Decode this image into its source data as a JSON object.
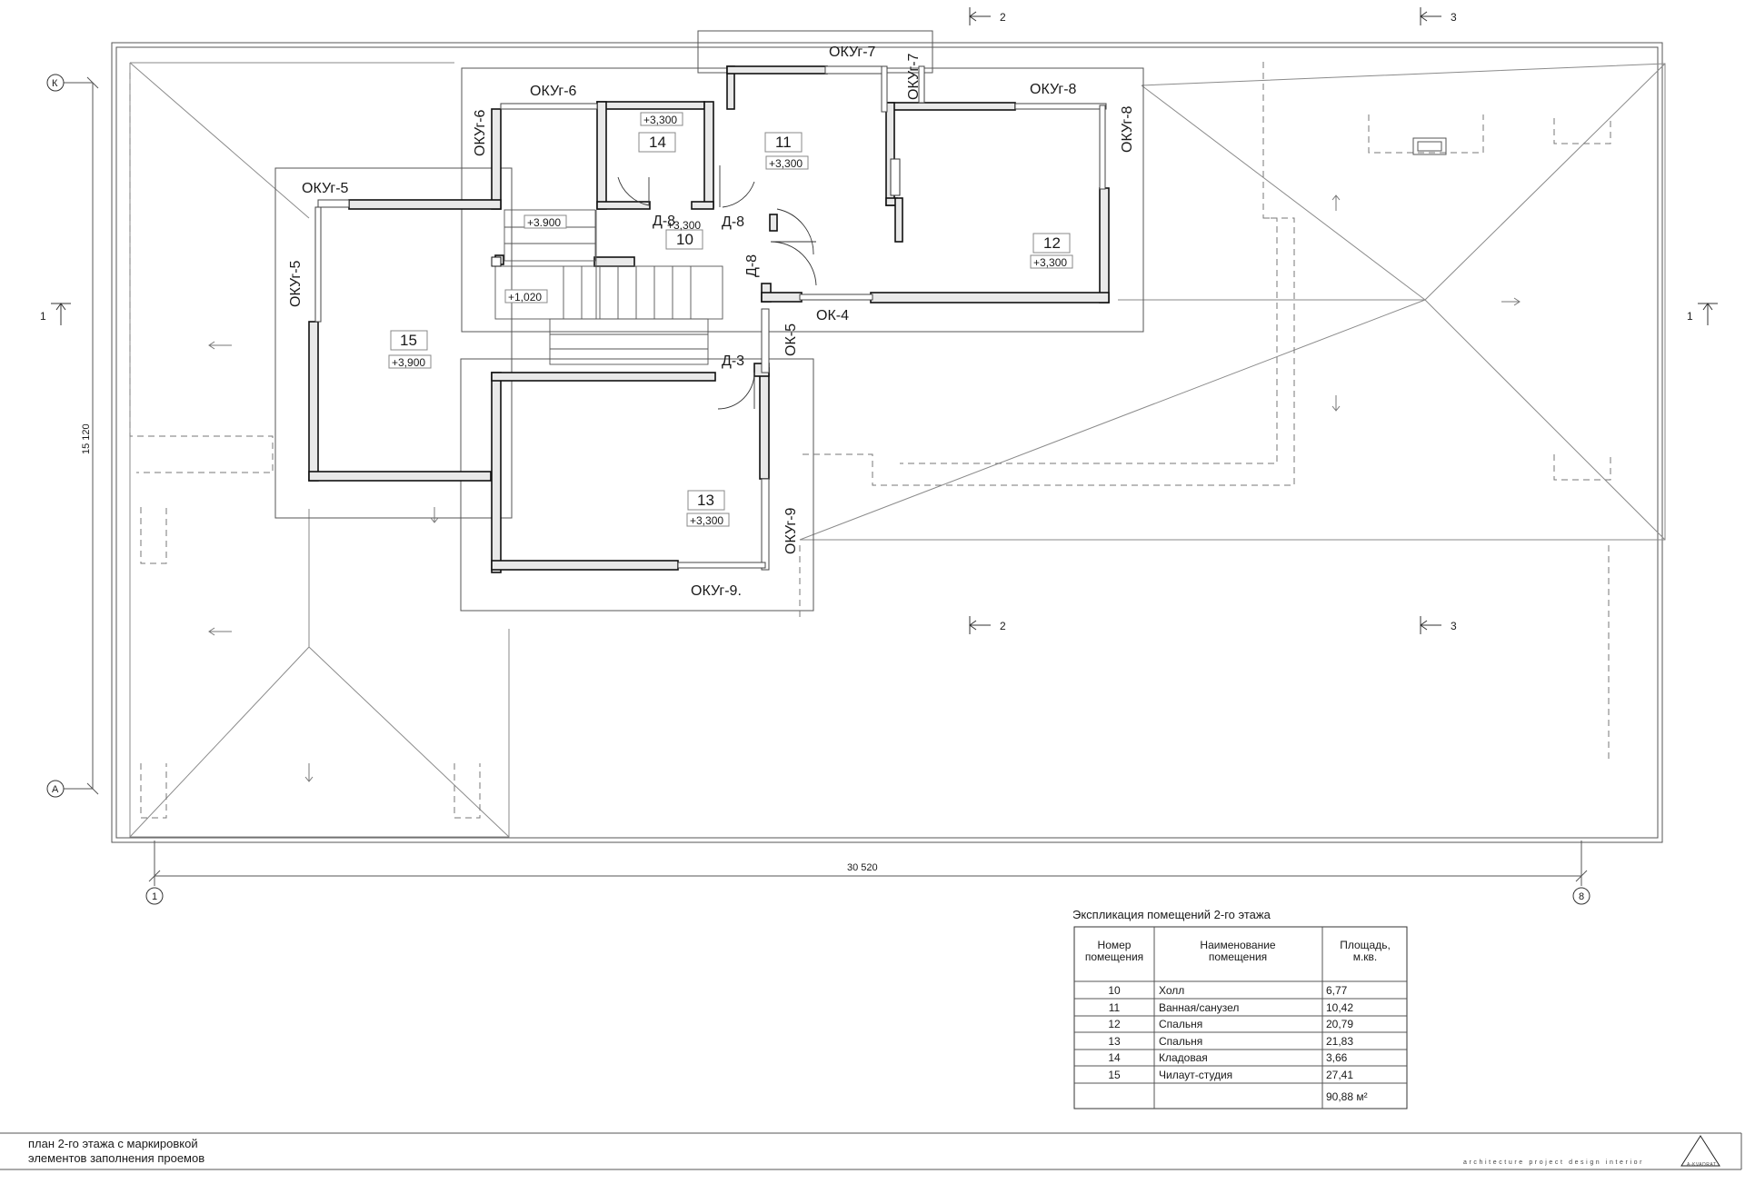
{
  "openings": {
    "okug7": "ОКУг-7",
    "okug7v": "ОКУг-7",
    "okug6": "ОКУг-6",
    "okug6v": "ОКУг-6",
    "okug8": "ОКУг-8",
    "okug8v": "ОКУг-8",
    "okug5": "ОКУг-5",
    "okug5v": "ОКУг-5",
    "d8a": "Д-8",
    "d8b": "Д-8",
    "d8c": "Д-8",
    "ok4": "ОК-4",
    "ok5": "ОК-5",
    "d3": "Д-3",
    "okug9v": "ОКУг-9",
    "okug9": "ОКУг-9."
  },
  "rooms": {
    "r14": {
      "no": "14",
      "elev": "+3,300"
    },
    "r11": {
      "no": "11",
      "elev": "+3,300"
    },
    "r10": {
      "no": "10",
      "elev": "+3,300"
    },
    "r12": {
      "no": "12",
      "elev": "+3,300"
    },
    "r15": {
      "no": "15",
      "elev": "+3,900"
    },
    "r13": {
      "no": "13",
      "elev": "+3,300"
    },
    "terrace_elev": "+3.900",
    "stair_elev": "+1,020"
  },
  "axes": {
    "k": "К",
    "a": "А",
    "one": "1",
    "eight": "8"
  },
  "cuts": {
    "c2": "2",
    "c3": "3",
    "c1": "1"
  },
  "dimensions": {
    "width": "30 520",
    "height": "15 120"
  },
  "table": {
    "title": "Экспликация помещений 2-го этажа",
    "headers": [
      "Номер помещения",
      "Наименование помещения",
      "Площадь, м.кв."
    ],
    "rows": [
      [
        "10",
        "Холл",
        "6,77"
      ],
      [
        "11",
        "Ванная/санузел",
        "10,42"
      ],
      [
        "12",
        "Спальня",
        "20,79"
      ],
      [
        "13",
        "Спальня",
        "21,83"
      ],
      [
        "14",
        "Кладовая",
        "3,66"
      ],
      [
        "15",
        "Чилаут-студия",
        "27,41"
      ]
    ],
    "total": "90,88 м²"
  },
  "caption": {
    "line1": "план 2-го этажа  с маркировкой",
    "line2": "элементов заполнения проемов"
  },
  "brand": {
    "tagline": "architecture   project   design   interior",
    "logo_text": "A-KVADRAT"
  }
}
